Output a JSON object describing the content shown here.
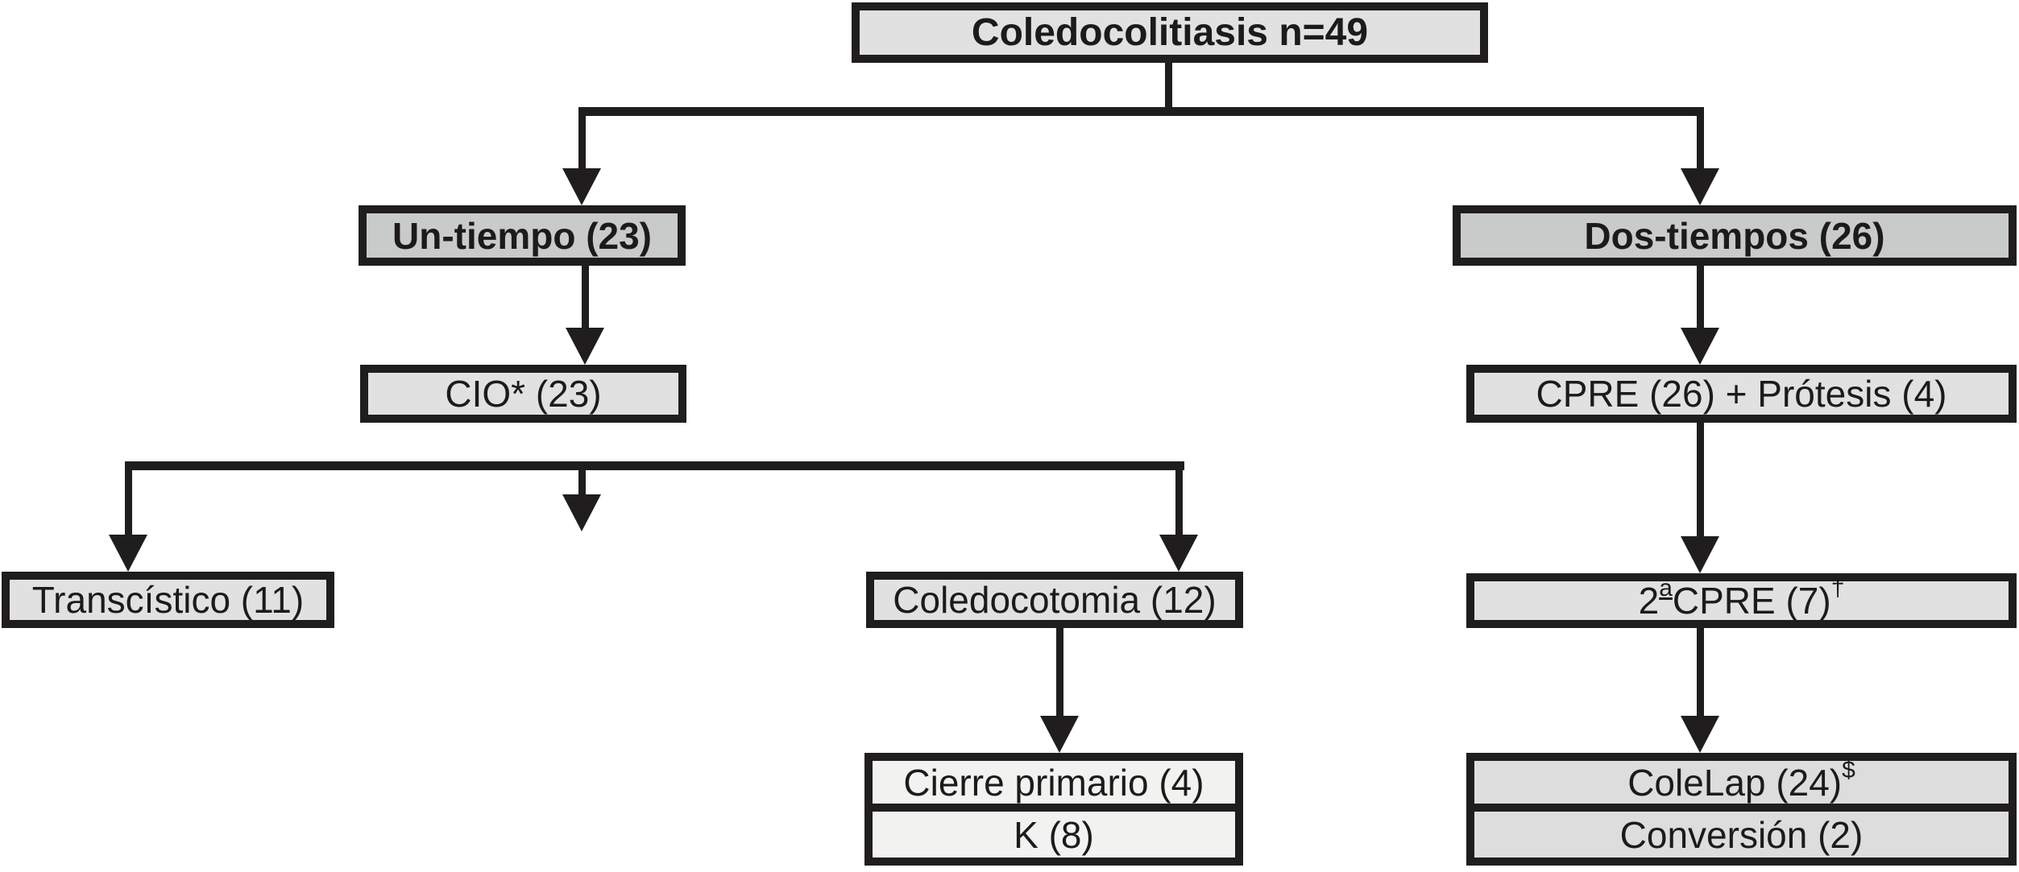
{
  "diagram": {
    "title": "Coledocolitiasis n=49",
    "nodes": {
      "root": {
        "label": "Coledocolitiasis n=49"
      },
      "un_tiempo": {
        "label": "Un-tiempo (23)"
      },
      "dos_tiempos": {
        "label": "Dos-tiempos (26)"
      },
      "cio": {
        "label": "CIO* (23)"
      },
      "cpre_protesis": {
        "label": "CPRE (26) + Prótesis (4)"
      },
      "transcistico": {
        "label": "Transcístico (11)"
      },
      "coledocotomia": {
        "label": "Coledocotomia (12)"
      },
      "segunda_cpre": {
        "base": "2",
        "ordinal_sup": "a",
        "rest": "CPRE (7)",
        "dagger_sup": "†"
      },
      "cierre_primario": {
        "label": "Cierre primario (4)"
      },
      "kehr": {
        "label": "K (8)"
      },
      "colelap": {
        "base": "ColeLap (24)",
        "dollar_sup": "$"
      },
      "conversion": {
        "label": "Conversión (2)"
      }
    },
    "colors": {
      "background": "#ffffff",
      "border": "#201d1e",
      "node_fill": "#e0e1e0",
      "branch_fill": "#c9cbca",
      "outcome_left_fill": "#f2f2f1",
      "outcome_right_fill": "#dcdddc"
    }
  }
}
